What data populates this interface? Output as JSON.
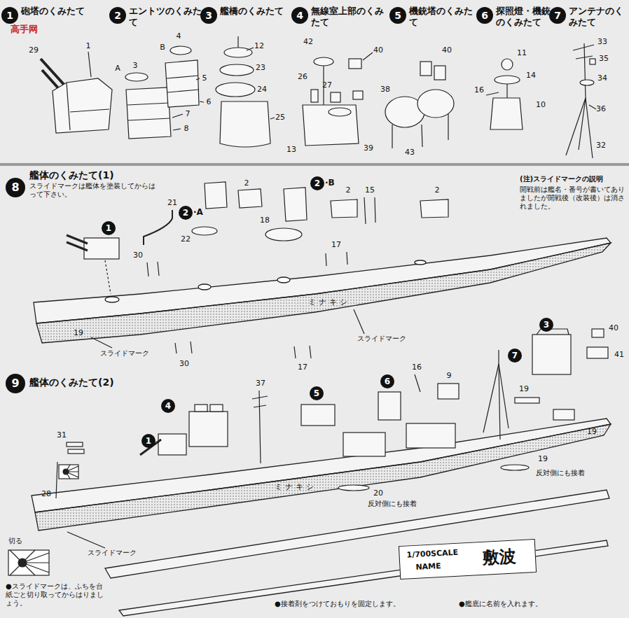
{
  "diagram": {
    "nodes": [
      {
        "text": [
          "1",
          "砲塔のくみたて"
        ]
      },
      {
        "text": [
          "2",
          "エントツのくみたて"
        ]
      },
      {
        "text": [
          "3",
          "艦橋のくみたて"
        ]
      },
      {
        "text": [
          "4",
          "無線室上部のくみたて"
        ]
      },
      {
        "text": [
          "5",
          "機銃塔のくみたて"
        ]
      },
      {
        "text": [
          "6",
          "探照燈・機銃のくみたて"
        ]
      },
      {
        "text": [
          "7",
          "アンテナのくみたて"
        ]
      },
      {
        "text": [
          "8",
          "艦体のくみたて(1)",
          "スライドマークは艦体を塗装してからはって下さい。"
        ]
      },
      {
        "text": [
          "1"
        ]
      },
      {
        "text": [
          "2",
          "·A"
        ]
      },
      {
        "text": [
          "2",
          "·B"
        ]
      },
      {
        "text": [
          "9",
          "艦体のくみたて(2)"
        ]
      },
      {
        "text": [
          "1"
        ]
      },
      {
        "text": [
          "4"
        ]
      },
      {
        "text": [
          "5"
        ]
      },
      {
        "text": [
          "6"
        ]
      },
      {
        "text": [
          "7"
        ]
      },
      {
        "text": [
          "3"
        ]
      },
      {
        "text": [
          "1/700SCALE",
          "NAME",
          "敷波"
        ]
      }
    ],
    "labels": [
      "高手网",
      "29",
      "1",
      "B",
      "4",
      "A",
      "3",
      "5",
      "6",
      "7",
      "8",
      "12",
      "23",
      "24",
      "25",
      "42",
      "40",
      "26",
      "27",
      "13",
      "39",
      "40",
      "38",
      "43",
      "11",
      "16",
      "14",
      "10",
      "33",
      "35",
      "34",
      "36",
      "32",
      "(注)スライドマークの説明",
      "開戦前は艦名・番号が書いてありましたが開戦後（改装後）は消されました。",
      "21",
      "2",
      "2",
      "15",
      "2",
      "18",
      "22",
      "17",
      "30",
      "19",
      "ミナキシ",
      "スライドマーク",
      "スライドマーク",
      "30",
      "17",
      "37",
      "16",
      "9",
      "19",
      "40",
      "41",
      "31",
      "28",
      "19",
      "19",
      "反対側にも接着",
      "20",
      "反対側にも接着",
      "ミナキシ",
      "スライドマーク",
      "切る",
      "●スライドマークは、ふちを台紙ごと切り取ってからはりましょう。",
      "●接着剤をつけておもりを固定します。",
      "●艦底に名前を入れます。"
    ]
  }
}
